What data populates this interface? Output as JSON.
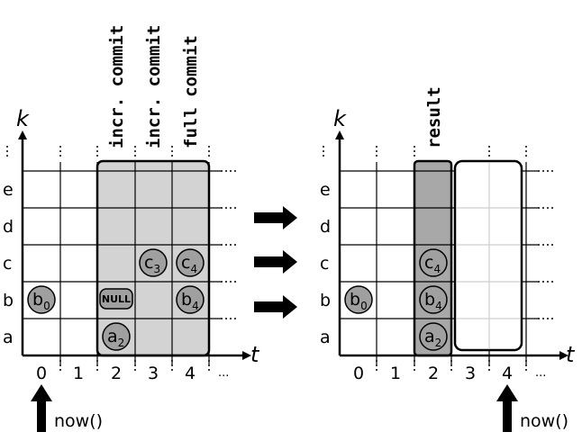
{
  "left_panel": {
    "k_label": "k",
    "t_label": "t",
    "row_labels": [
      "a",
      "b",
      "c",
      "d",
      "e"
    ],
    "col_labels": [
      "0",
      "1",
      "2",
      "3",
      "4"
    ],
    "ellipsis": "...",
    "headers": [
      "incr. commit",
      "incr. commit",
      "full commit"
    ],
    "now_label": "now()",
    "items": [
      {
        "base": "b",
        "sub": "0"
      },
      {
        "base": "a",
        "sub": "2"
      },
      {
        "text": "NULL"
      },
      {
        "base": "c",
        "sub": "3"
      },
      {
        "base": "c",
        "sub": "4"
      },
      {
        "base": "b",
        "sub": "4"
      }
    ]
  },
  "right_panel": {
    "k_label": "k",
    "t_label": "t",
    "row_labels": [
      "a",
      "b",
      "c",
      "d",
      "e"
    ],
    "col_labels": [
      "0",
      "1",
      "2",
      "3",
      "4"
    ],
    "ellipsis": "...",
    "header": "result",
    "now_label": "now()",
    "items": [
      {
        "base": "b",
        "sub": "0"
      },
      {
        "base": "a",
        "sub": "2"
      },
      {
        "base": "b",
        "sub": "4"
      },
      {
        "base": "c",
        "sub": "4"
      }
    ]
  },
  "colors": {
    "window_fill": "#d3d3d3",
    "result_fill": "#a8a8a8",
    "item_fill": "#a0a0a0",
    "empty_window_fill": "#ffffff"
  }
}
